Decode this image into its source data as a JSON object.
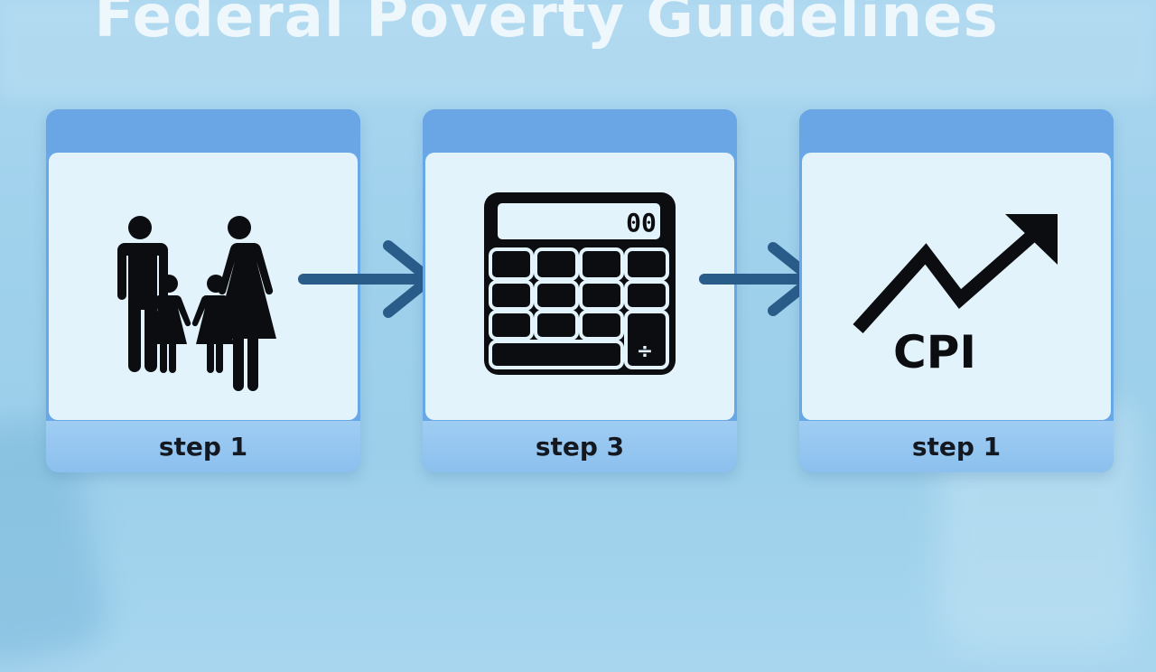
{
  "title": "Federal Poverty Guidelines",
  "steps": [
    {
      "label": "step 1",
      "icon": "family-icon"
    },
    {
      "label": "step 3",
      "icon": "calculator-icon",
      "display_text": "00"
    },
    {
      "label": "step 1",
      "icon": "trend-up-icon",
      "icon_text": "CPI"
    }
  ],
  "colors": {
    "card_blue": "#69a8e6",
    "panel": "#e3f3fb",
    "footer": "#8cc0ee",
    "arrow": "#2a5c8a",
    "title": "#eef7fc"
  }
}
